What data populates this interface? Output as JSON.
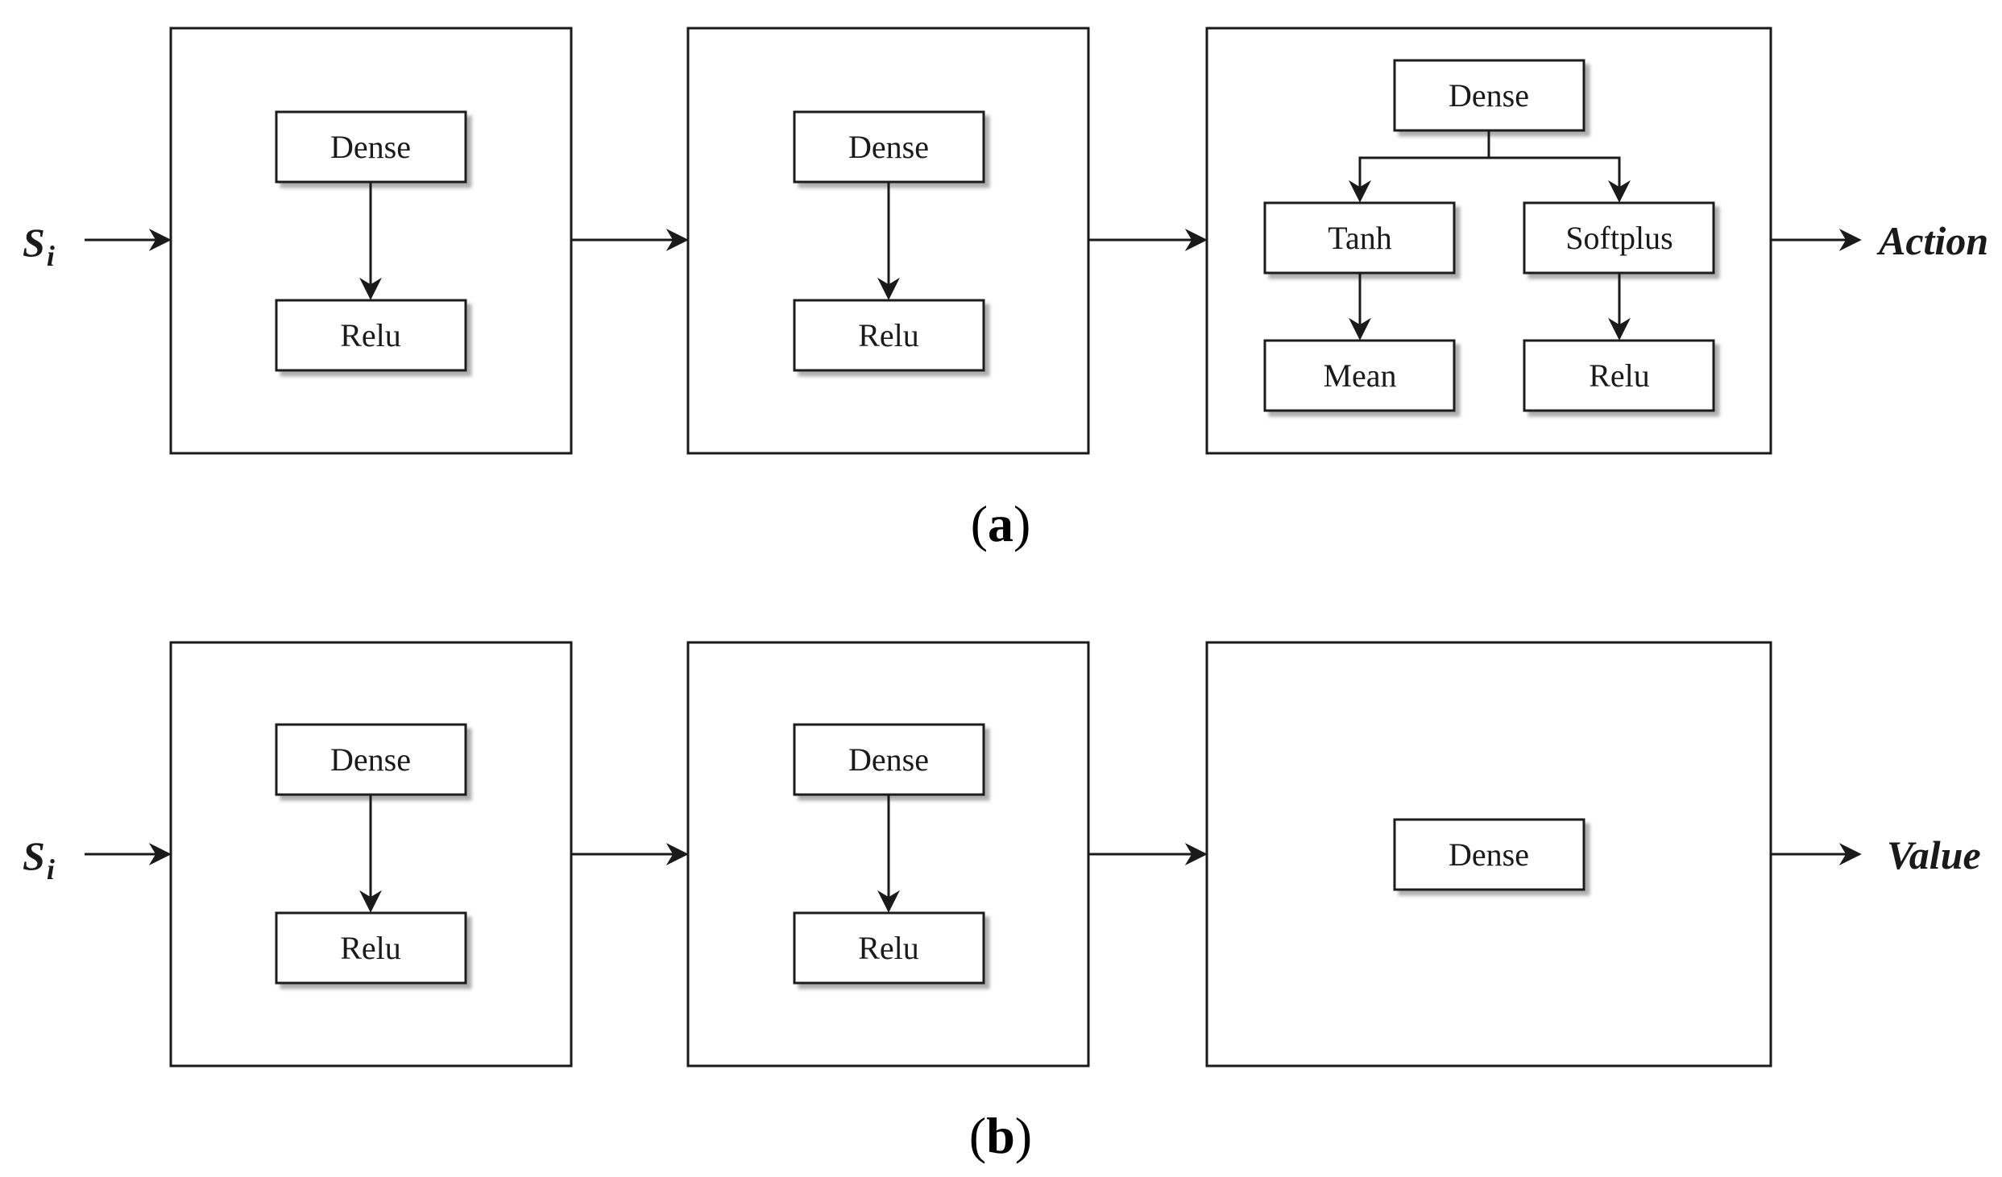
{
  "panel_a": {
    "input": {
      "symbol": "S",
      "subscript": "i"
    },
    "output": "Action",
    "caption": {
      "open": "(",
      "letter": "a",
      "close": ")"
    },
    "block1": {
      "top": "Dense",
      "bottom": "Relu"
    },
    "block2": {
      "top": "Dense",
      "bottom": "Relu"
    },
    "block3": {
      "top": "Dense",
      "left": "Tanh",
      "right": "Softplus",
      "left_out": "Mean",
      "right_out": "Relu"
    }
  },
  "panel_b": {
    "input": {
      "symbol": "S",
      "subscript": "i"
    },
    "output": "Value",
    "caption": {
      "open": "(",
      "letter": "b",
      "close": ")"
    },
    "block1": {
      "top": "Dense",
      "bottom": "Relu"
    },
    "block2": {
      "top": "Dense",
      "bottom": "Relu"
    },
    "block3": {
      "single": "Dense"
    }
  }
}
